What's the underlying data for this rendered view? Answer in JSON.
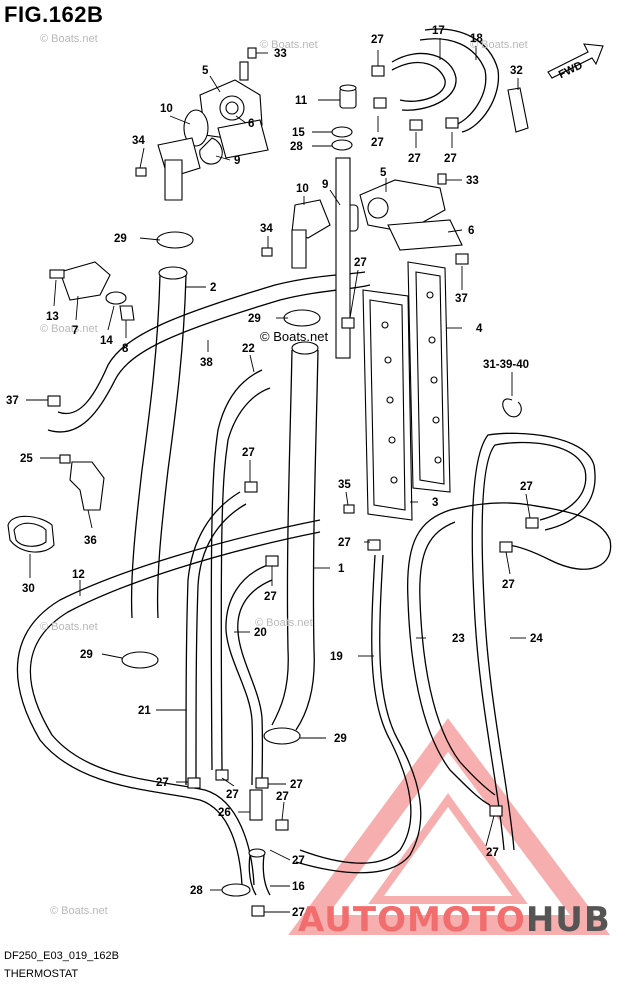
{
  "figure": {
    "title": "FIG.162B",
    "code": "DF250_E03_019_162B",
    "subtitle": "THERMOSTAT",
    "direction_tag": "FWD"
  },
  "watermarks": {
    "boats": "© Boats.net"
  },
  "brand": {
    "part1": "AUTOMOTO",
    "part2": "HUB",
    "color_primary": "#f26d6d",
    "color_secondary": "#555555"
  },
  "callouts": [
    {
      "id": "c33a",
      "text": "33"
    },
    {
      "id": "c5a",
      "text": "5"
    },
    {
      "id": "c10a",
      "text": "10"
    },
    {
      "id": "c6a",
      "text": "6"
    },
    {
      "id": "c34a",
      "text": "34"
    },
    {
      "id": "c9a",
      "text": "9"
    },
    {
      "id": "c27a",
      "text": "27"
    },
    {
      "id": "c17",
      "text": "17"
    },
    {
      "id": "c18",
      "text": "18"
    },
    {
      "id": "c32",
      "text": "32"
    },
    {
      "id": "c11",
      "text": "11"
    },
    {
      "id": "c15",
      "text": "15"
    },
    {
      "id": "c28a",
      "text": "28"
    },
    {
      "id": "c27b",
      "text": "27"
    },
    {
      "id": "c27c",
      "text": "27"
    },
    {
      "id": "c27d",
      "text": "27"
    },
    {
      "id": "c5b",
      "text": "5"
    },
    {
      "id": "c33b",
      "text": "33"
    },
    {
      "id": "c10b",
      "text": "10"
    },
    {
      "id": "c9b",
      "text": "9"
    },
    {
      "id": "c29a",
      "text": "29"
    },
    {
      "id": "c34b",
      "text": "34"
    },
    {
      "id": "c6b",
      "text": "6"
    },
    {
      "id": "c27e",
      "text": "27"
    },
    {
      "id": "c37a",
      "text": "37"
    },
    {
      "id": "c2",
      "text": "2"
    },
    {
      "id": "c13",
      "text": "13"
    },
    {
      "id": "c7",
      "text": "7"
    },
    {
      "id": "c14",
      "text": "14"
    },
    {
      "id": "c8",
      "text": "8"
    },
    {
      "id": "c29b",
      "text": "29"
    },
    {
      "id": "c4",
      "text": "4"
    },
    {
      "id": "c38",
      "text": "38"
    },
    {
      "id": "c22",
      "text": "22"
    },
    {
      "id": "c31",
      "text": "31-39-40"
    },
    {
      "id": "c37b",
      "text": "37"
    },
    {
      "id": "c25",
      "text": "25"
    },
    {
      "id": "c27f",
      "text": "27"
    },
    {
      "id": "c35",
      "text": "35"
    },
    {
      "id": "c3",
      "text": "3"
    },
    {
      "id": "c27g",
      "text": "27"
    },
    {
      "id": "c36",
      "text": "36"
    },
    {
      "id": "c27h",
      "text": "27"
    },
    {
      "id": "c27i",
      "text": "27"
    },
    {
      "id": "c30",
      "text": "30"
    },
    {
      "id": "c12",
      "text": "12"
    },
    {
      "id": "c1",
      "text": "1"
    },
    {
      "id": "c27j",
      "text": "27"
    },
    {
      "id": "c20",
      "text": "20"
    },
    {
      "id": "c23",
      "text": "23"
    },
    {
      "id": "c24",
      "text": "24"
    },
    {
      "id": "c29c",
      "text": "29"
    },
    {
      "id": "c19",
      "text": "19"
    },
    {
      "id": "c21",
      "text": "21"
    },
    {
      "id": "c29d",
      "text": "29"
    },
    {
      "id": "c27k",
      "text": "27"
    },
    {
      "id": "c27l",
      "text": "27"
    },
    {
      "id": "c27m",
      "text": "27"
    },
    {
      "id": "c27n",
      "text": "27"
    },
    {
      "id": "c26",
      "text": "26"
    },
    {
      "id": "c27o",
      "text": "27"
    },
    {
      "id": "c27p",
      "text": "27"
    },
    {
      "id": "c28b",
      "text": "28"
    },
    {
      "id": "c16",
      "text": "16"
    },
    {
      "id": "c27q",
      "text": "27"
    }
  ]
}
